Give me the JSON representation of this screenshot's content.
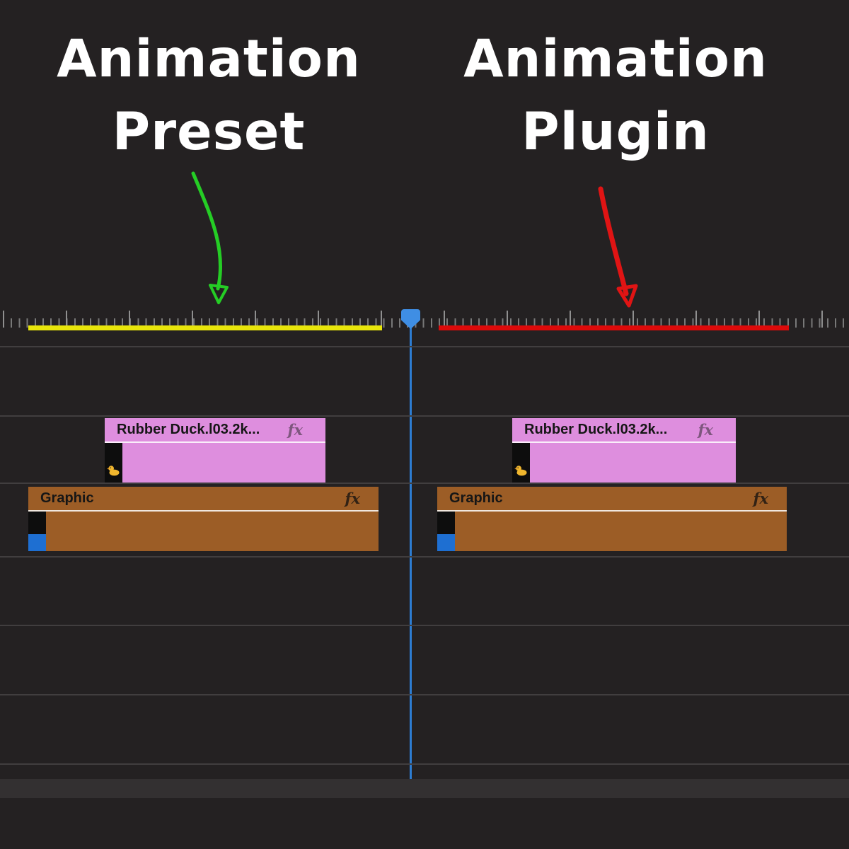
{
  "annotations": {
    "preset": {
      "line1": "Animation",
      "line2": "Preset"
    },
    "plugin": {
      "line1": "Animation",
      "line2": "Plugin"
    }
  },
  "timeline": {
    "clips": {
      "pink_left": {
        "title": "Rubber Duck.l03.2k...",
        "fx": "fx"
      },
      "pink_right": {
        "title": "Rubber Duck.l03.2k...",
        "fx": "fx"
      },
      "graphic_left": {
        "title": "Graphic",
        "fx": "fx"
      },
      "graphic_right": {
        "title": "Graphic",
        "fx": "fx"
      }
    },
    "markers": {
      "yellow_color": "#e8e50a",
      "red_color": "#dd0a0a"
    },
    "playhead_color": "#3f8ee4"
  },
  "colors": {
    "background": "#242122",
    "pink_clip": "#de8ede",
    "brown_clip": "#9c5d26",
    "green_arrow": "#25cd25",
    "red_arrow": "#e01414",
    "title_text": "#ffffff"
  }
}
